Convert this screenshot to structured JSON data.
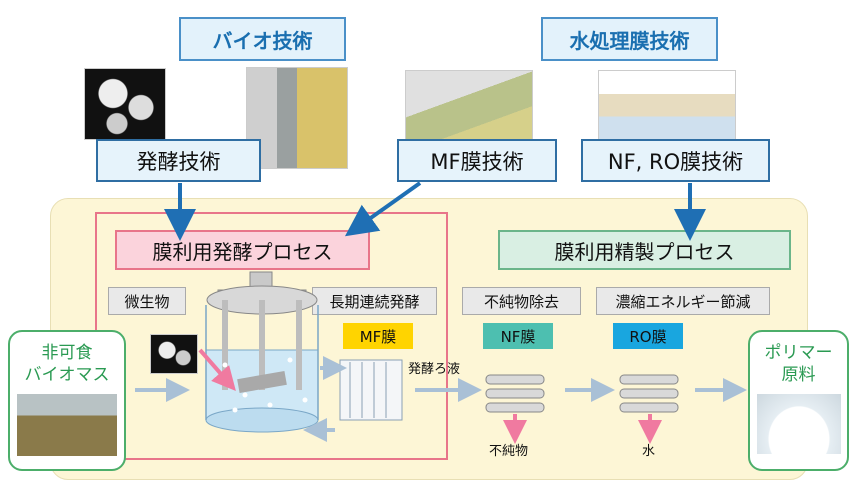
{
  "titles": {
    "bio": "バイオ技術",
    "water": "水処理膜技術"
  },
  "tech": {
    "fermentation": "発酵技術",
    "mf": "MF膜技術",
    "nf_ro": "NF, RO膜技術"
  },
  "processes": {
    "fermentation": "膜利用発酵プロセス",
    "refining": "膜利用精製プロセス"
  },
  "labels": {
    "microorganism": "微生物",
    "long_term": "長期連続発酵",
    "impurity_removal": "不純物除去",
    "energy_saving": "濃縮エネルギー節減"
  },
  "membranes": {
    "mf": {
      "label": "MF膜",
      "color": "#ffd400"
    },
    "nf": {
      "label": "NF膜",
      "color": "#4dbfb0"
    },
    "ro": {
      "label": "RO膜",
      "color": "#19a6df"
    }
  },
  "flow": {
    "filtrate": "発酵ろ液",
    "impurities": "不純物",
    "water": "水"
  },
  "endpoints": {
    "input_line1": "非可食",
    "input_line2": "バイオマス",
    "output_line1": "ポリマー",
    "output_line2": "原料"
  },
  "colors": {
    "panel_bg": "#fdf6d6",
    "fermentation_frame": "#e8758a",
    "fermentation_title_bg": "#fbd3dc",
    "refining_title_bg": "#d9efe3",
    "arrow_blue": "#1f6fb4",
    "flow_arrow": "#a9c0d6",
    "down_arrow": "#f07aa0"
  },
  "icons": [
    "yeast-cells-photo",
    "bioreactor-photo",
    "membrane-sheet-photo",
    "nf-ro-module-photo",
    "hay-bale-photo",
    "white-powder-photo"
  ]
}
